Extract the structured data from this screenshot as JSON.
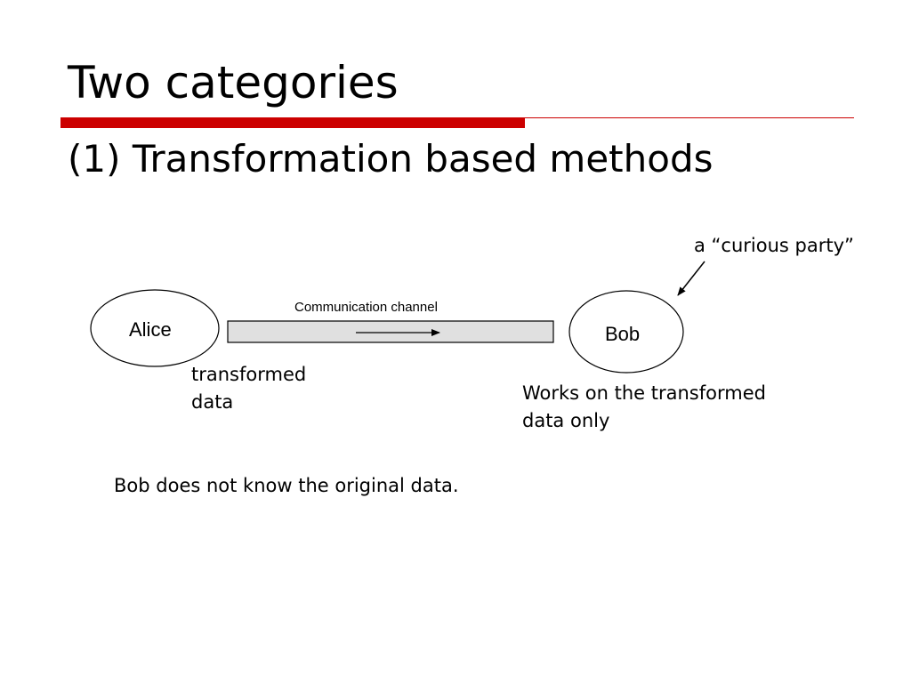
{
  "slide": {
    "title": "Two categories",
    "subtitle": "(1) Transformation based methods",
    "accent_color": "#cc0000"
  },
  "diagram": {
    "sender": {
      "label": "Alice"
    },
    "receiver": {
      "label": "Bob"
    },
    "channel": {
      "label": "Communication channel",
      "fill_color": "#e0e0e0"
    },
    "sender_note_line1": "transformed",
    "sender_note_line2": "data",
    "receiver_note_line1": "Works on the transformed",
    "receiver_note_line2": "data only",
    "observer_label": "a “curious party”"
  },
  "footer": {
    "statement": "Bob does not know the original data."
  }
}
